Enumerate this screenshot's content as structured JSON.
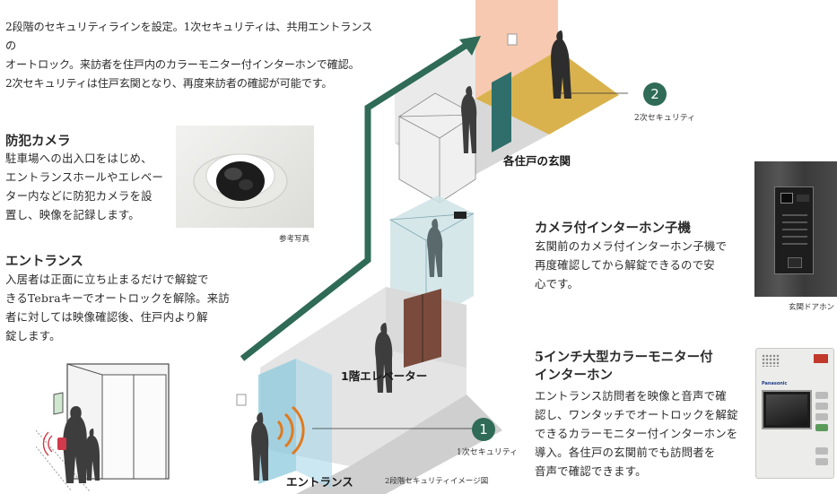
{
  "intro": {
    "line1": "2段階のセキュリティラインを設定。1次セキュリティは、共用エントランスの",
    "line2": "オートロック。来訪者を住戸内のカラーモニター付インターホンで確認。",
    "line3": "2次セキュリティは住戸玄関となり、再度来訪者の確認が可能です。"
  },
  "camera": {
    "title": "防犯カメラ",
    "line1": "駐車場への出入口をはじめ、",
    "line2": "エントランスホールやエレベー",
    "line3": "ター内などに防犯カメラを設",
    "line4": "置し、映像を記録します。",
    "photo_caption": "参考写真"
  },
  "entrance": {
    "title": "エントランス",
    "line1": "入居者は正面に立ち止まるだけで解錠で",
    "line2": "きるTebraキーでオートロックを解除。来訪",
    "line3": "者に対しては映像確認後、住戸内より解",
    "line4": "錠します。"
  },
  "diagram": {
    "label_unit_entrance": "各住戸の玄関",
    "label_elevator": "1階エレベーター",
    "label_entrance": "エントランス",
    "marker1": "1",
    "marker1_label": "1次セキュリティ",
    "marker2": "2",
    "marker2_label": "2次セキュリティ",
    "caption": "2段階セキュリティイメージ図"
  },
  "intercom_sub": {
    "title": "カメラ付インターホン子機",
    "line1": "玄関前のカメラ付インターホン子機で",
    "line2": "再度確認してから解錠できるので安",
    "line3": "心です。",
    "photo_caption": "玄関ドアホン"
  },
  "monitor": {
    "title1": "5インチ大型カラーモニター付",
    "title2": "インターホン",
    "line1": "エントランス訪問者を映像と音声で確",
    "line2": "認し、ワンタッチでオートロックを解錠",
    "line3": "できるカラーモニター付インターホンを",
    "line4": "導入。各住戸の玄関前でも訪問者を",
    "line5": "音声で確認できます。",
    "brand": "Panasonic"
  },
  "colors": {
    "arrow": "#2f6b57",
    "marker": "#2f6b57",
    "unit_floor": "#d9b24e",
    "unit_wall": "#f6c7ad",
    "door_teal": "#2f6e6a",
    "elevator_door": "#7a4b3c",
    "glass": "#8ec9dd",
    "signal": "#e07a1f"
  }
}
